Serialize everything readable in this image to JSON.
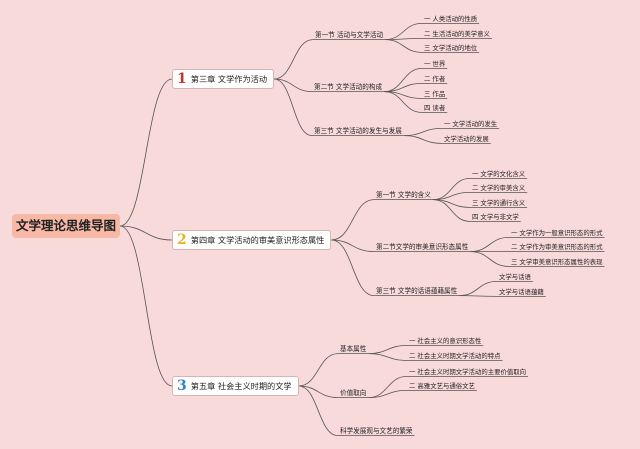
{
  "root": "文学理论思维导图",
  "chapters": [
    {
      "num": "1",
      "num_color": "#c0392b",
      "title": "第三章 文学作为活动",
      "sections": [
        {
          "title": "第一节 活动与文学活动",
          "items": [
            "一 人类活动的性质",
            "二 生活活动的美学意义",
            "三 文学活动的地位"
          ]
        },
        {
          "title": "第二节 文学活动的构成",
          "items": [
            "一 世界",
            "二 作者",
            "三 作品",
            "四 读者"
          ]
        },
        {
          "title": "第三节 文学活动的发生与发展",
          "items": [
            "一 文学活动的发生",
            "文学活动的发展"
          ]
        }
      ]
    },
    {
      "num": "2",
      "num_color": "#e6b422",
      "title": "第四章 文学活动的审美意识形态属性",
      "sections": [
        {
          "title": "第一节 文学的含义",
          "items": [
            "一 文学的文化含义",
            "二 文学的审美含义",
            "三 文学的通行含义",
            "四 文学与非文学"
          ]
        },
        {
          "title": "第二节文学的审美意识形态属性",
          "items": [
            "一 文学作为一般意识形态的形式",
            "二 文学作为审美意识形态的形式",
            "三 文学审美意识形态属性的表现"
          ]
        },
        {
          "title": "第三节 文学的话语蕴藉属性",
          "items": [
            "文学与话语",
            "文学与话语蕴藉"
          ]
        }
      ]
    },
    {
      "num": "3",
      "num_color": "#2e86c1",
      "title": "第五章 社会主义时期的文学",
      "sections": [
        {
          "title": "基本属性",
          "items": [
            "一 社会主义的意识形态性",
            "二 社会主义时期文学活动的特点"
          ]
        },
        {
          "title": "价值取向",
          "items": [
            "一 社会主义时期文学活动的主要价值取向",
            "二 高雅文艺与通俗文艺"
          ]
        },
        {
          "title": "科学发展观与文艺的繁荣",
          "items": []
        }
      ]
    }
  ],
  "colors": {
    "line": "#555555",
    "background": "#f9dada",
    "root_fill": "#f7b9a6"
  }
}
